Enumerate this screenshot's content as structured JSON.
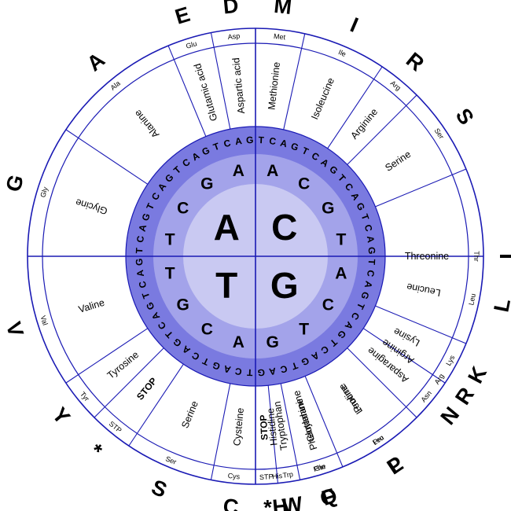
{
  "colors": {
    "line": "#1a1ab4",
    "ring_outer": "#7a7ae0",
    "ring_mid": "#a3a3ea",
    "center": "#c9c9f2"
  },
  "inner_bases": [
    "A",
    "C",
    "G",
    "T"
  ],
  "quadrants": [
    {
      "second_bases": [
        "T",
        "C",
        "G",
        "A"
      ]
    },
    {
      "second_bases": [
        "A",
        "C",
        "G",
        "T"
      ]
    },
    {
      "second_bases": [
        "A",
        "C",
        "T",
        "G"
      ]
    },
    {
      "second_bases": [
        "A",
        "C",
        "G",
        "T"
      ]
    }
  ],
  "outer_base_cycle": [
    "T",
    "C",
    "A",
    "G"
  ],
  "codon_groups": [
    {
      "letter": "M",
      "abbr": "Met",
      "name": "Methionine",
      "start": -12.5,
      "end": 0
    },
    {
      "letter": "I",
      "abbr": "Ile",
      "name": "Isoleucine",
      "start": -33.75,
      "end": -12.5
    },
    {
      "letter": "R",
      "abbr": "Arg",
      "name": "Arginine",
      "start": -45,
      "end": -33.75
    },
    {
      "letter": "S",
      "abbr": "Ser",
      "name": "Serine",
      "start": -67.5,
      "end": -45
    },
    {
      "letter": "T",
      "abbr": "Thr",
      "name": "Threonine",
      "start": -112.5,
      "end": -67.5
    },
    {
      "letter": "K",
      "abbr": "Lys",
      "name": "Lysine",
      "start": -123.75,
      "end": -112.5
    },
    {
      "letter": "N",
      "abbr": "Asn",
      "name": "Asparagine",
      "start": -135,
      "end": -123.75
    },
    {
      "letter": "L",
      "abbr": "Leu",
      "name": "Leucine",
      "start": -157.5,
      "end": -135
    },
    {
      "letter": "F",
      "abbr": "Phe",
      "name": "Phenylalanine",
      "start": -168.75,
      "end": -157.5
    },
    {
      "letter": "W",
      "abbr": "Trp",
      "name": "Tryptophan",
      "start": -174.375,
      "end": -168.75
    },
    {
      "letter": "*",
      "abbr": "STP",
      "name": "STOP",
      "stop": true,
      "start": -180,
      "end": -174.375
    },
    {
      "letter": "C",
      "abbr": "Cys",
      "name": "Cysteine",
      "start": -191.25,
      "end": -180
    },
    {
      "letter": "S",
      "abbr": "Ser",
      "name": "Serine",
      "start": -213.75,
      "end": -191.25
    },
    {
      "letter": "*",
      "abbr": "STP",
      "name": "STOP",
      "stop": true,
      "start": -225,
      "end": -213.75
    },
    {
      "letter": "Y",
      "abbr": "Tyr",
      "name": "Tyrosine",
      "start": -236.25,
      "end": -225
    },
    {
      "letter": "V",
      "abbr": "Val",
      "name": "Valine",
      "start": -270,
      "end": -236.25
    },
    {
      "letter": "G",
      "abbr": "Gly",
      "name": "Glycine",
      "start": -303.75,
      "end": -270
    },
    {
      "letter": "A",
      "abbr": "Ala",
      "name": "Alanine",
      "start": -337.5,
      "end": -303.75
    },
    {
      "letter": "E",
      "abbr": "Glu",
      "name": "Glutamic acid",
      "start": -348.75,
      "end": -337.5
    },
    {
      "letter": "D",
      "abbr": "Asp",
      "name": "Aspartic acid",
      "start": -360,
      "end": -348.75
    },
    {
      "letter": "L",
      "abbr": "Leu",
      "name": "Leucine",
      "start": -22.5,
      "end": 0,
      "offset": 90
    },
    {
      "letter": "R",
      "abbr": "Arg",
      "name": "Arginine",
      "start": -45,
      "end": -22.5,
      "offset": 90
    },
    {
      "letter": "P",
      "abbr": "Pro",
      "name": "Proline",
      "start": -67.5,
      "end": -45,
      "offset": 90
    },
    {
      "letter": "Q",
      "abbr": "Gln",
      "name": "Glutamine",
      "start": -78.75,
      "end": -67.5,
      "offset": 90
    },
    {
      "letter": "H",
      "abbr": "His",
      "name": "Histidine",
      "start": -90,
      "end": -78.75,
      "offset": 90
    }
  ]
}
